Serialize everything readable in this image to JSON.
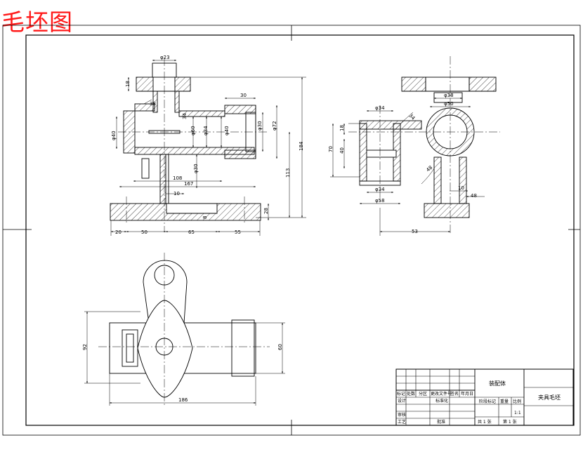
{
  "title": "毛坯图",
  "colors": {
    "title": "#ff1a1a",
    "line": "#000000",
    "paper": "#ffffff"
  },
  "dims": {
    "phi23": "φ23",
    "d18": "18",
    "d38": "38",
    "d30": "30",
    "d34": "34",
    "phi40": "φ40",
    "phi60": "φ60",
    "phi34a": "φ34",
    "phi40b": "φ40",
    "phi30": "φ30",
    "phi72": "φ72",
    "d184": "184",
    "d113": "113",
    "phi30b": "φ30",
    "d108": "108",
    "d167": "167",
    "d10": "10",
    "d8": "8",
    "d28": "28",
    "d20": "20",
    "d50": "50",
    "d65": "65",
    "d55": "55",
    "phi38": "φ38",
    "phi50": "φ50",
    "phi34b": "φ34",
    "d18b": "18",
    "d70": "70",
    "d40": "40",
    "phi34c": "φ34",
    "phi58": "φ58",
    "d10b": "10",
    "d48": "48",
    "d53": "53",
    "d92": "92",
    "d60": "60",
    "d186": "186"
  },
  "title_block": {
    "name": "装配体",
    "drawing_title": "夹具毛坯",
    "r_mark": "标记",
    "r_count": "处数",
    "r_zone": "分区",
    "r_docno": "更改文件号",
    "r_sign": "签名",
    "r_date": "年月日",
    "design": "设计",
    "standard": "标准化",
    "stage": "阶段标记",
    "weight": "重量",
    "scale": "比例",
    "review": "审核",
    "process": "工艺",
    "approve": "批准",
    "scale_val": "1:1",
    "sheets_total": "共 1 张",
    "sheet_no": "第 1 张"
  }
}
